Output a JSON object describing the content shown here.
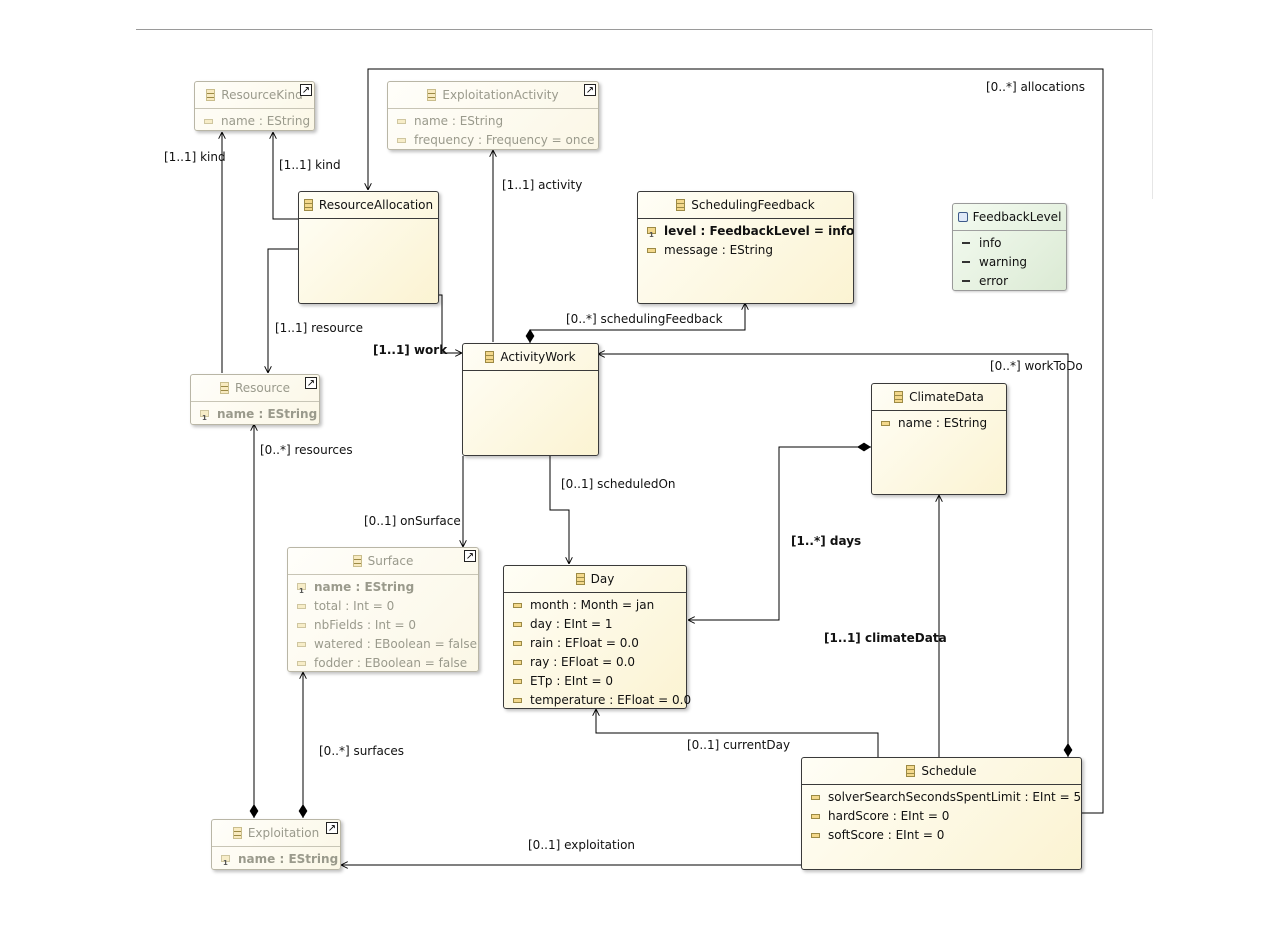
{
  "classes": {
    "resource_kind": {
      "name": "ResourceKind",
      "attrs": [
        "name : EString"
      ]
    },
    "exploitation_activity": {
      "name": "ExploitationActivity",
      "attrs": [
        "name : EString",
        "frequency : Frequency = once"
      ]
    },
    "resource_allocation": {
      "name": "ResourceAllocation"
    },
    "scheduling_feedback": {
      "name": "SchedulingFeedback",
      "attrs": [
        "level : FeedbackLevel = info",
        "message : EString"
      ]
    },
    "feedback_level": {
      "name": "FeedbackLevel",
      "literals": [
        "info",
        "warning",
        "error"
      ]
    },
    "resource": {
      "name": "Resource",
      "attrs": [
        "name : EString"
      ]
    },
    "activity_work": {
      "name": "ActivityWork"
    },
    "climate_data": {
      "name": "ClimateData",
      "attrs": [
        "name : EString"
      ]
    },
    "surface": {
      "name": "Surface",
      "attrs": [
        "name : EString",
        "total : Int = 0",
        "nbFields : Int = 0",
        "watered : EBoolean = false",
        "fodder : EBoolean = false"
      ]
    },
    "day": {
      "name": "Day",
      "attrs": [
        "month : Month = jan",
        "day : EInt = 1",
        "rain : EFloat = 0.0",
        "ray : EFloat = 0.0",
        "ETp : EInt = 0",
        "temperature : EFloat = 0.0"
      ]
    },
    "schedule": {
      "name": "Schedule",
      "attrs": [
        "solverSearchSecondsSpentLimit : EInt = 5",
        "hardScore : EInt = 0",
        "softScore : EInt = 0"
      ]
    },
    "exploitation": {
      "name": "Exploitation",
      "attrs": [
        "name : EString"
      ]
    }
  },
  "references": {
    "allocations": "[0..*] allocations",
    "resource_kind": "[1..1] kind",
    "allocation_kind": "[1..1] kind",
    "activity": "[1..1] activity",
    "resource": "[1..1] resource",
    "work": "[1..1] work",
    "scheduling_feedback": "[0..*] schedulingFeedback",
    "work_to_do": "[0..*] workToDo",
    "resources": "[0..*] resources",
    "scheduled_on": "[0..1] scheduledOn",
    "on_surface": "[0..1] onSurface",
    "days": "[1..*] days",
    "climate_data": "[1..1] climateData",
    "surfaces": "[0..*] surfaces",
    "current_day": "[0..1] currentDay",
    "exploitation": "[0..1] exploitation"
  },
  "colors": {
    "class_fill": "#fbf3d2",
    "enum_fill": "#dbead4",
    "edge": "#000000"
  }
}
